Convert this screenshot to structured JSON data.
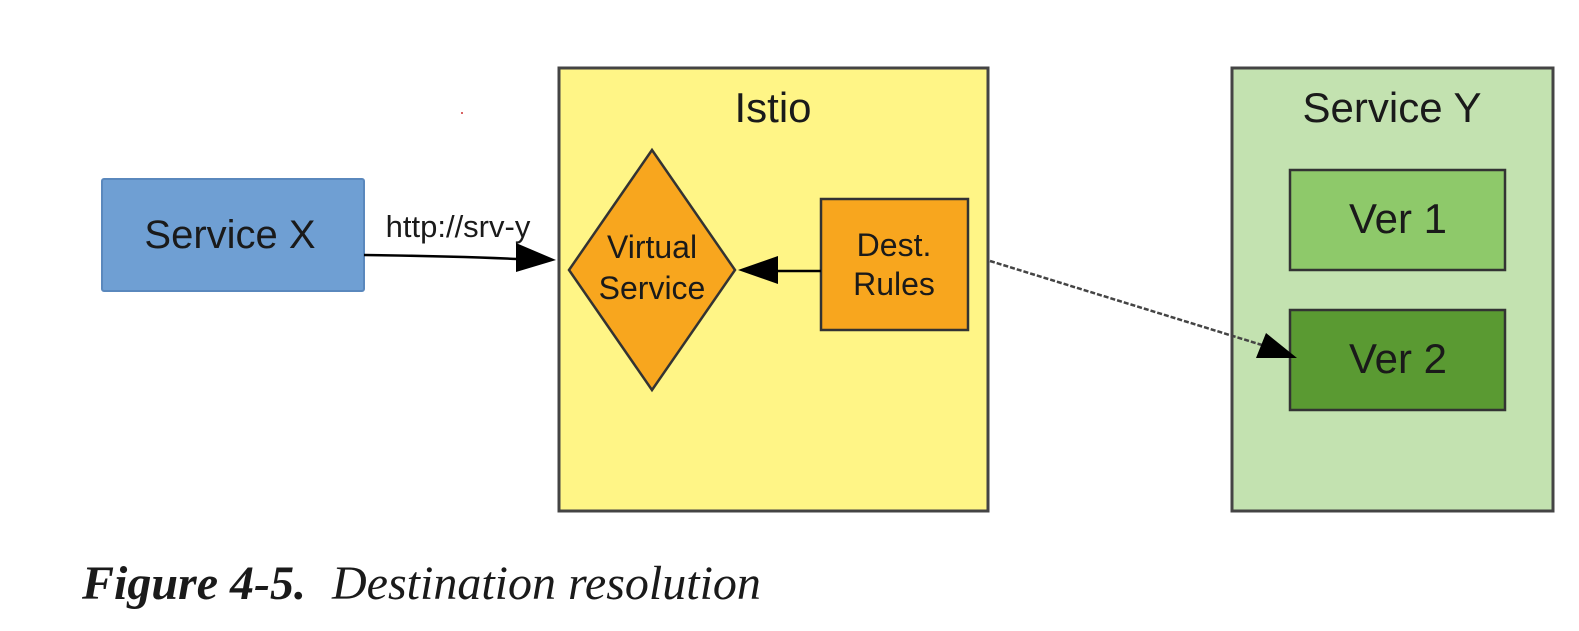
{
  "nodes": {
    "service_x": {
      "label": "Service X",
      "fill": "#6f9fd3"
    },
    "istio": {
      "label": "Istio",
      "fill": "#fff586"
    },
    "virtual_service": {
      "line1": "Virtual",
      "line2": "Service",
      "fill": "#f8a61e"
    },
    "dest_rules": {
      "line1": "Dest.",
      "line2": "Rules",
      "fill": "#f8a61e"
    },
    "service_y": {
      "label": "Service Y",
      "fill": "#c3e2b0"
    },
    "ver1": {
      "label": "Ver 1",
      "fill": "#8ec96a"
    },
    "ver2": {
      "label": "Ver 2",
      "fill": "#5a9a32"
    }
  },
  "edges": [
    {
      "from": "Service X",
      "to": "Virtual Service",
      "label": "http://srv-y",
      "style": "solid"
    },
    {
      "from": "Dest. Rules",
      "to": "Virtual Service",
      "label": "",
      "style": "solid"
    },
    {
      "from": "Istio",
      "to": "Ver 2",
      "label": "",
      "style": "dashed"
    }
  ],
  "caption": {
    "label": "Figure 4-5.",
    "text": "Destination resolution"
  }
}
